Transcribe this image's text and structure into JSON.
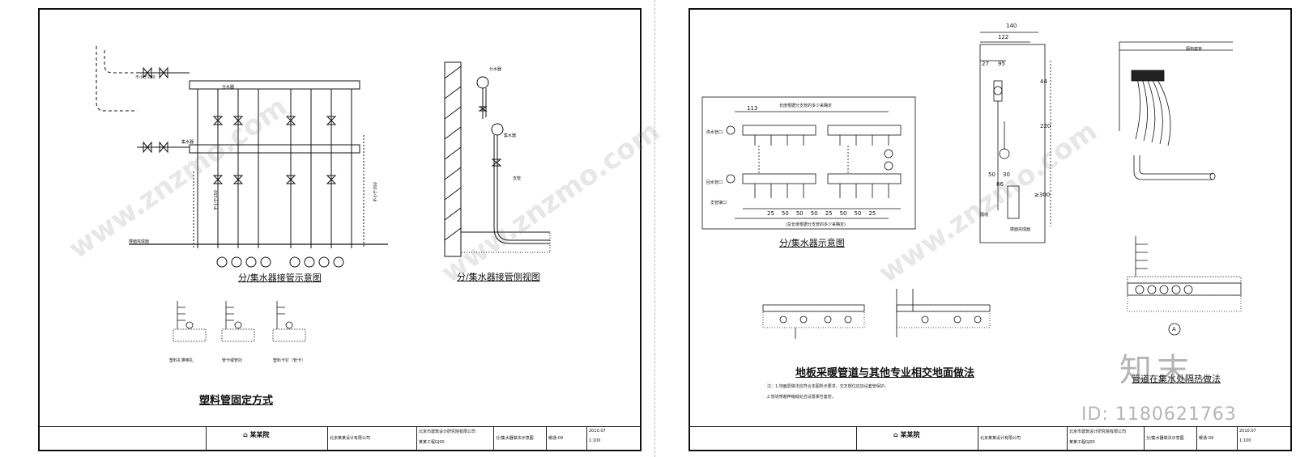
{
  "left_sheet": {
    "captions": {
      "manifold_connection": "分/集水器接管示意图",
      "manifold_side_view": "分/集水器接管侧视图",
      "pipe_fixing": "塑料管固定方式"
    },
    "labels": {
      "supply_manifold": "分水器",
      "return_manifold": "集水器",
      "floor_finish": "楼面完成面",
      "dist_200": "不小于200",
      "dist_300": "不小于300",
      "dist_150": "不小于150",
      "side_supply": "分水器",
      "side_return": "集水器",
      "side_bracket": "支管",
      "fix_a": "塑料扎带绑扎",
      "fix_b": "管卡或管托",
      "fix_c": "塑料卡钉（管卡）"
    },
    "title_block": {
      "company": "北京某某设计有限公司",
      "designer_company": "北京市建筑设计研究院有限公司",
      "project": "某某工程GJ00",
      "drawing_name": "分/集水器做法示意图",
      "scale": "1:100",
      "date": "2010.07",
      "drawing_no": "暖通-09"
    }
  },
  "right_sheet": {
    "captions": {
      "manifold_schematic": "分/集水器示意图",
      "floor_crossing": "地板采暖管道与其他专业相交地面做法",
      "detail_a_title": "管道在集水处隔热做法",
      "detail_a_symbol": "A"
    },
    "labels": {
      "length_top": "长度根据分支管的多少来确定",
      "length_bottom": "(总长度根据分支管的多少来确定)",
      "supply_in": "供水管口",
      "return_in": "回水管口",
      "branch": "支管接口",
      "dim_113": "113",
      "dims_row": [
        "25",
        "50",
        "50",
        "50",
        "25",
        "50",
        "50",
        "25"
      ],
      "dim_140": "140",
      "dim_122": "122",
      "dim_27": "27",
      "dim_95": "95",
      "dim_44": "44",
      "dim_220": "220",
      "dim_50a": "50",
      "dim_30": "30",
      "dim_86": "86",
      "dim_300": "≥300",
      "insulation": "隔热套管",
      "floor_surface": "楼面完成面",
      "wall": "隔墙"
    },
    "notes": [
      "注：1.地面层做法应符合本图所示要求，交叉部位应加设套管保护。",
      "2.管道穿越伸缩缝处应设置柔性套管。"
    ],
    "title_block": {
      "company": "北京某某设计有限公司",
      "designer_company": "北京市建筑设计研究院有限公司",
      "project": "某某工程GJ00",
      "drawing_name": "分/集水器做法示意图",
      "scale": "1:100",
      "date": "2010.07",
      "drawing_no": "暖通-09"
    }
  },
  "watermarks": {
    "site": "www.znzmo.com",
    "brand_text": "知末",
    "id_text": "ID: 1180621763"
  }
}
